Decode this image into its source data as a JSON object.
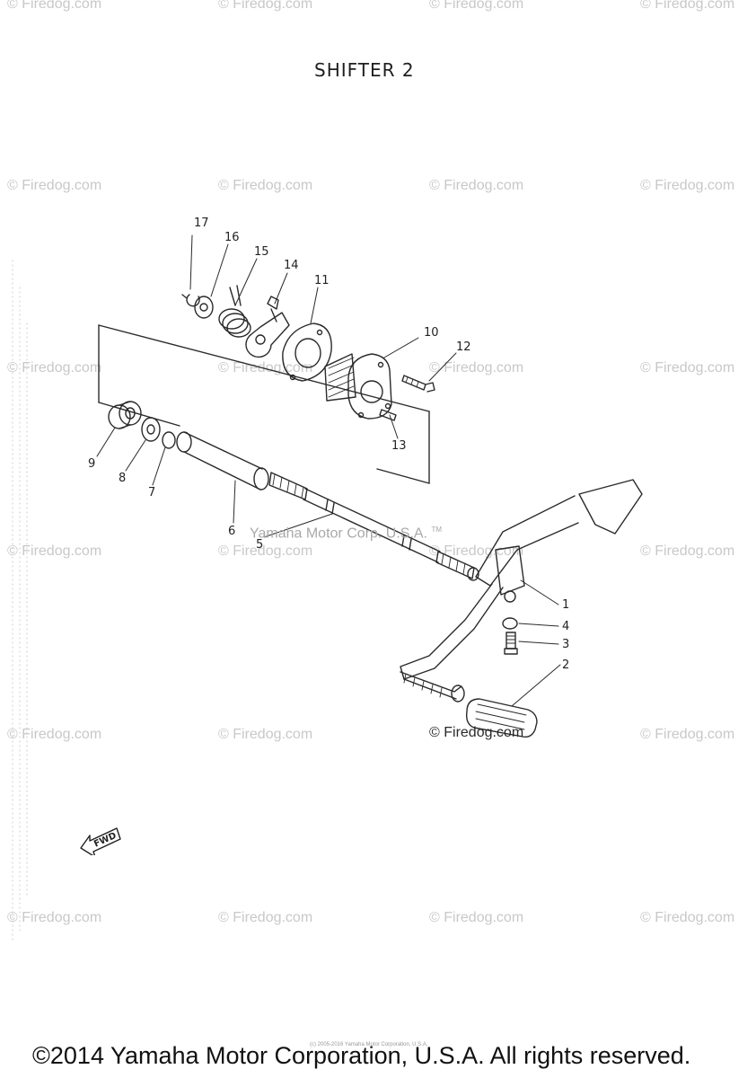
{
  "title": "SHIFTER 2",
  "watermark": "© Firedog.com",
  "diagram_watermark": "Yamaha Motor Corp. U.S.A.",
  "diagram_watermark_tm": "TM",
  "firedog_mark": "© Firedog.com",
  "fwd_label": "FWD",
  "fine_print": "(c) 2005-2016 Yamaha Motor Corporation, U.S.A.",
  "footer": "©2014 Yamaha Motor Corporation, U.S.A. All rights reserved.",
  "callouts": {
    "c1": "1",
    "c2": "2",
    "c3": "3",
    "c4": "4",
    "c5": "5",
    "c6": "6",
    "c7": "7",
    "c8": "8",
    "c9": "9",
    "c10": "10",
    "c11": "11",
    "c12": "12",
    "c13": "13",
    "c14": "14",
    "c15": "15",
    "c16": "16",
    "c17": "17"
  },
  "colors": {
    "line": "#2a2a2a",
    "watermark": "#c8c8c8"
  }
}
